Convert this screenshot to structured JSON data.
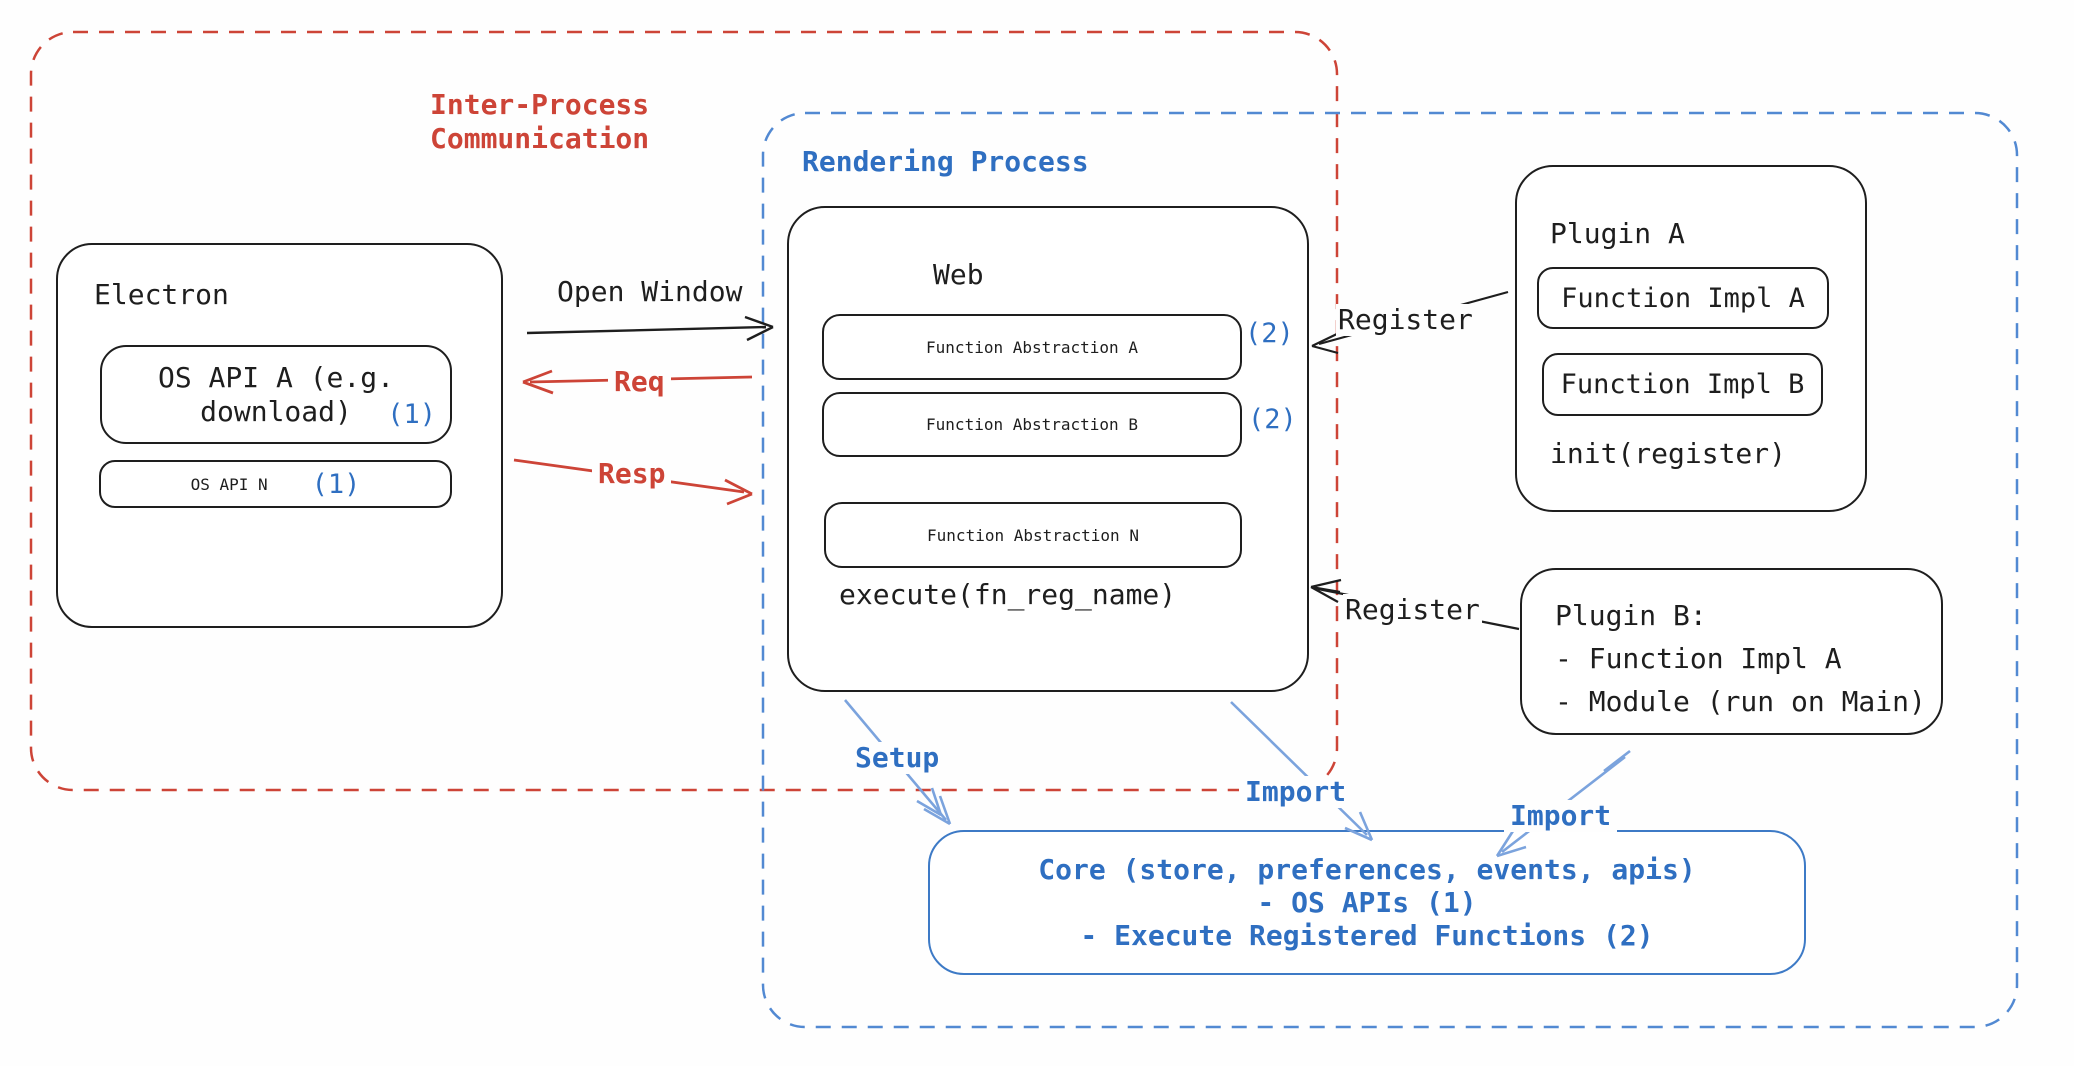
{
  "diagram": {
    "ipc": {
      "title": "Inter-Process\nCommunication"
    },
    "rendering": {
      "title": "Rendering Process"
    },
    "electron": {
      "title": "Electron",
      "api_a": {
        "label": "OS API A (e.g. download)",
        "tag": "(1)"
      },
      "api_n": {
        "label": "OS API N",
        "tag": "(1)"
      }
    },
    "web": {
      "title": "Web",
      "fa_a": {
        "label": "Function Abstraction A",
        "tag": "(2)"
      },
      "fa_b": {
        "label": "Function Abstraction B",
        "tag": "(2)"
      },
      "fa_n": {
        "label": "Function Abstraction N"
      },
      "execute": "execute(fn_reg_name)"
    },
    "plugin_a": {
      "title": "Plugin A",
      "impl_a": "Function Impl A",
      "impl_b": "Function Impl B",
      "init": "init(register)"
    },
    "plugin_b": {
      "lines": "Plugin B:\n- Function Impl A\n- Module (run on Main)"
    },
    "core": {
      "lines": "Core (store, preferences, events, apis)\n- OS APIs (1)\n- Execute Registered Functions (2)"
    },
    "arrows": {
      "open_window": "Open Window",
      "req": "Req",
      "resp": "Resp",
      "register_top": "Register",
      "register_bottom": "Register",
      "setup": "Setup",
      "import_web": "Import",
      "import_plugin": "Import"
    },
    "colors": {
      "ink": "#1e1e1e",
      "red": "#cd4437",
      "blue_text": "#2f6fc1",
      "blue_dash": "#5289d2",
      "blue_line": "#7ba3dd",
      "core_border": "#3d7ac6"
    }
  }
}
